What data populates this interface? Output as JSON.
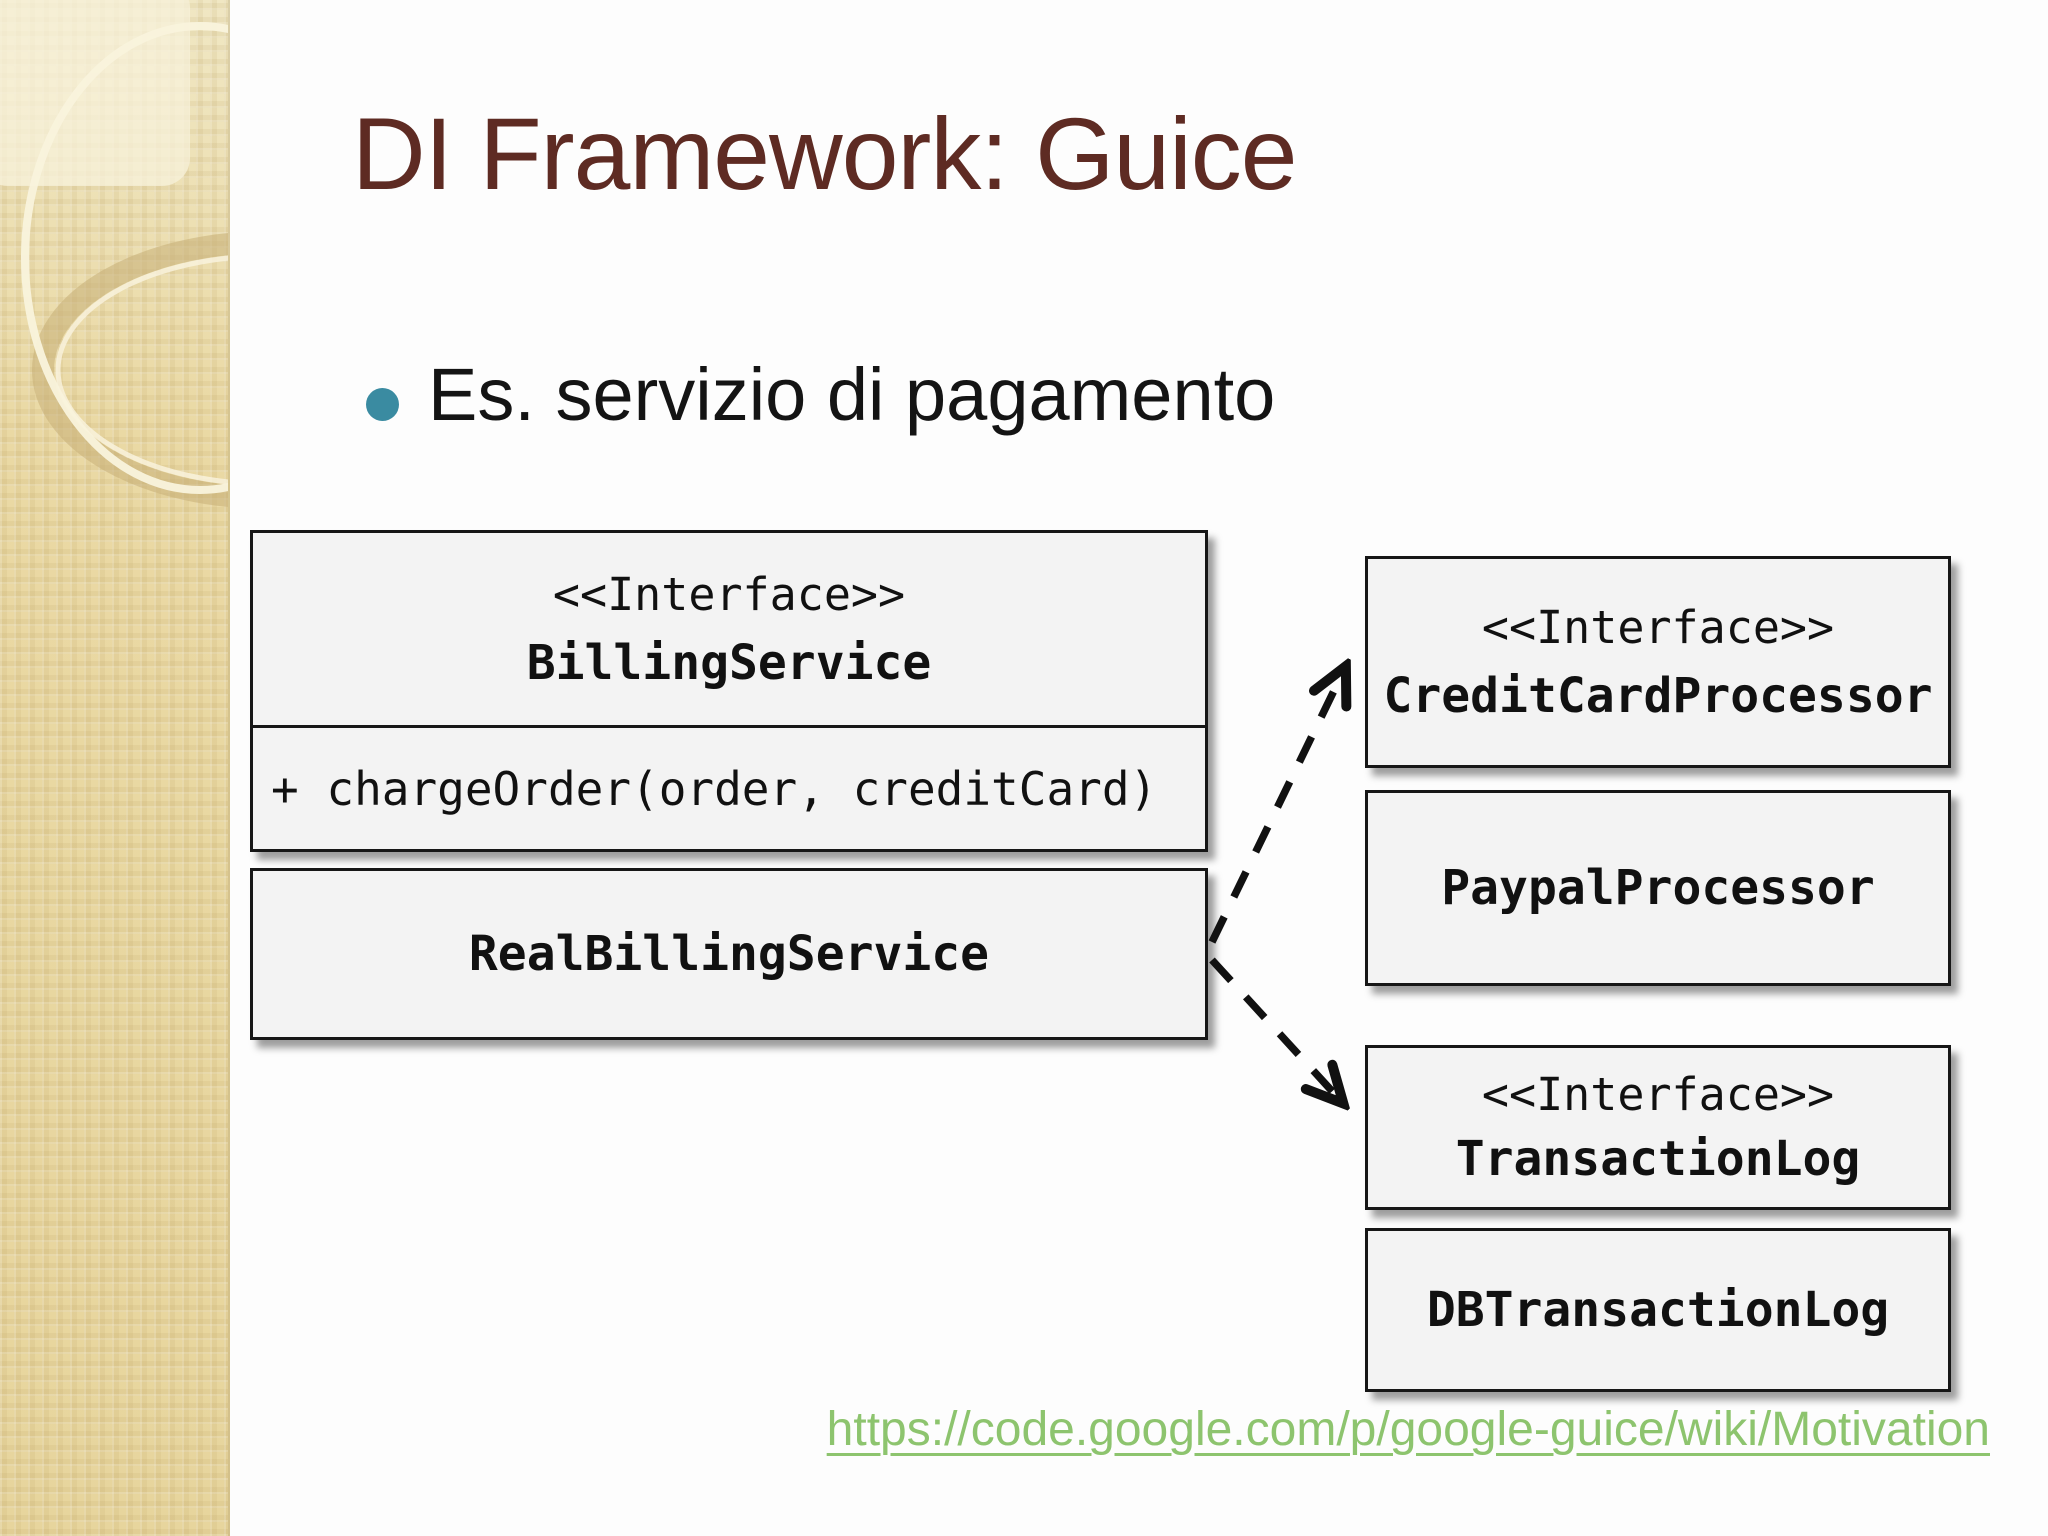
{
  "slide": {
    "title": "DI Framework: Guice",
    "bullet_text": "Es. servizio di pagamento",
    "link": "https://code.google.com/p/google-guice/wiki/Motivation"
  },
  "diagram": {
    "billing": {
      "stereotype": "<<Interface>>",
      "name": "BillingService",
      "method": "+ chargeOrder(order, creditCard)"
    },
    "real_billing": {
      "name": "RealBillingService"
    },
    "ccp": {
      "stereotype": "<<Interface>>",
      "name": "CreditCardProcessor"
    },
    "paypal": {
      "name": "PaypalProcessor"
    },
    "txlog": {
      "stereotype": "<<Interface>>",
      "name": "TransactionLog"
    },
    "dbtxlog": {
      "name": "DBTransactionLog"
    }
  },
  "colors": {
    "title": "#5e2b23",
    "bullet_dot": "#3a8ba1",
    "link": "#8dc46e",
    "box_fill": "#f3f3f3",
    "box_border": "#161616",
    "sidebar_base": "#ead9a4",
    "arrow": "#111111"
  }
}
